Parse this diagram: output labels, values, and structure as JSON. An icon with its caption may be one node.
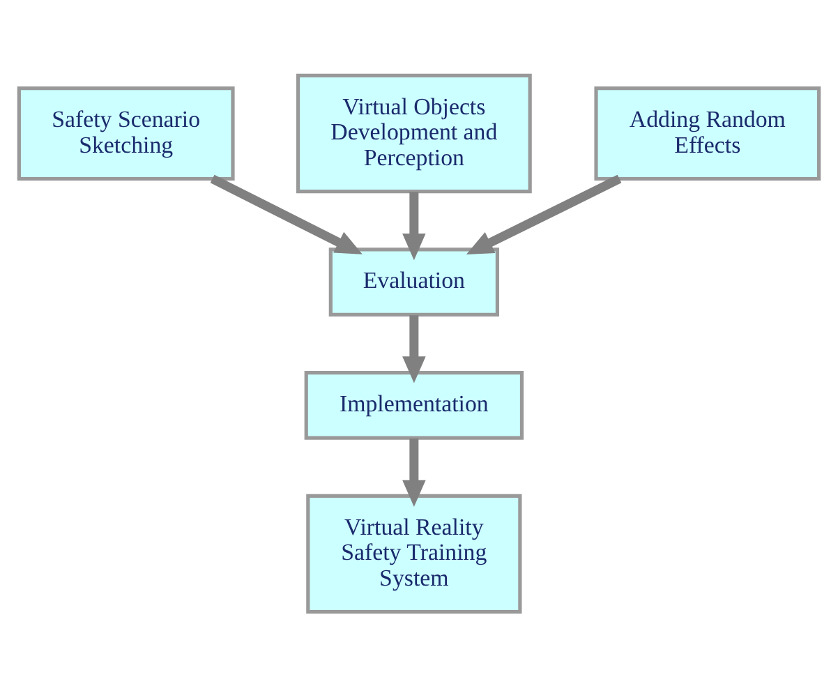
{
  "diagram": {
    "nodes": [
      {
        "text": [
          "Virtual Objects Development and Perception"
        ]
      },
      {
        "text": [
          "Safety Scenario Sketching"
        ]
      },
      {
        "text": [
          "Adding Random Effects"
        ]
      },
      {
        "text": [
          "Evaluation"
        ]
      },
      {
        "text": [
          "Implementation"
        ]
      },
      {
        "text": [
          "Virtual Reality Safety Training System"
        ]
      }
    ],
    "edges": [
      {
        "from": 0,
        "to": 3,
        "arrow": "to"
      },
      {
        "from": 1,
        "to": 3,
        "arrow": "to"
      },
      {
        "from": 2,
        "to": 3,
        "arrow": "to"
      },
      {
        "from": 3,
        "to": 4,
        "arrow": "to"
      },
      {
        "from": 4,
        "to": 5,
        "arrow": "to"
      }
    ]
  }
}
